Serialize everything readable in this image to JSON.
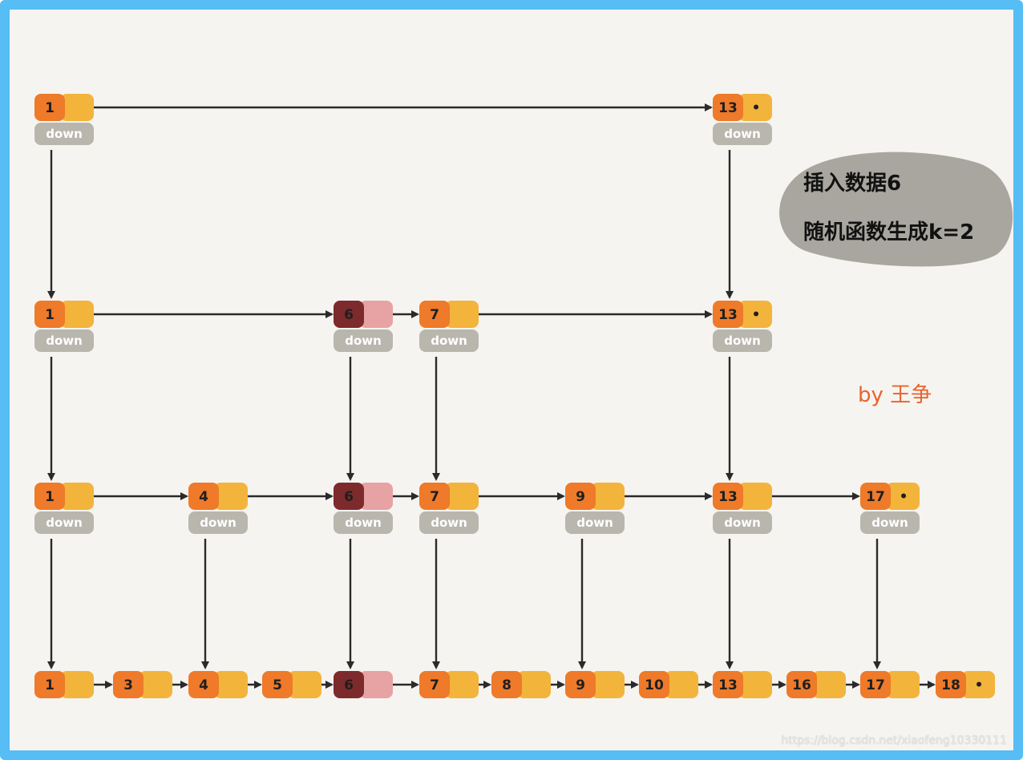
{
  "diagram": {
    "description_lines": [
      "插入数据6",
      "随机函数生成k=2"
    ],
    "author": "by 王争",
    "watermark": "https://blog.csdn.net/xiaofeng10330111",
    "node_down_label": "down",
    "null_marker": "•",
    "colors": {
      "frame": "#56bdf5",
      "background": "#f6f4f0",
      "node_value": "#ee7a2a",
      "node_next": "#f3b43c",
      "new_node_value": "#7d2a2c",
      "new_node_next": "#e7a2a4",
      "down_box": "#b9b6ae",
      "note_bubble": "#a9a69f",
      "arrow": "#2a2a2a",
      "author_text": "#e8632b"
    },
    "inserted_value": "6",
    "levels": [
      {
        "nodes": [
          "1",
          "13"
        ]
      },
      {
        "nodes": [
          "1",
          "6",
          "7",
          "13"
        ]
      },
      {
        "nodes": [
          "1",
          "4",
          "6",
          "7",
          "9",
          "13",
          "17"
        ]
      },
      {
        "nodes": [
          "1",
          "3",
          "4",
          "5",
          "6",
          "7",
          "8",
          "9",
          "10",
          "13",
          "16",
          "17",
          "18"
        ]
      }
    ]
  }
}
